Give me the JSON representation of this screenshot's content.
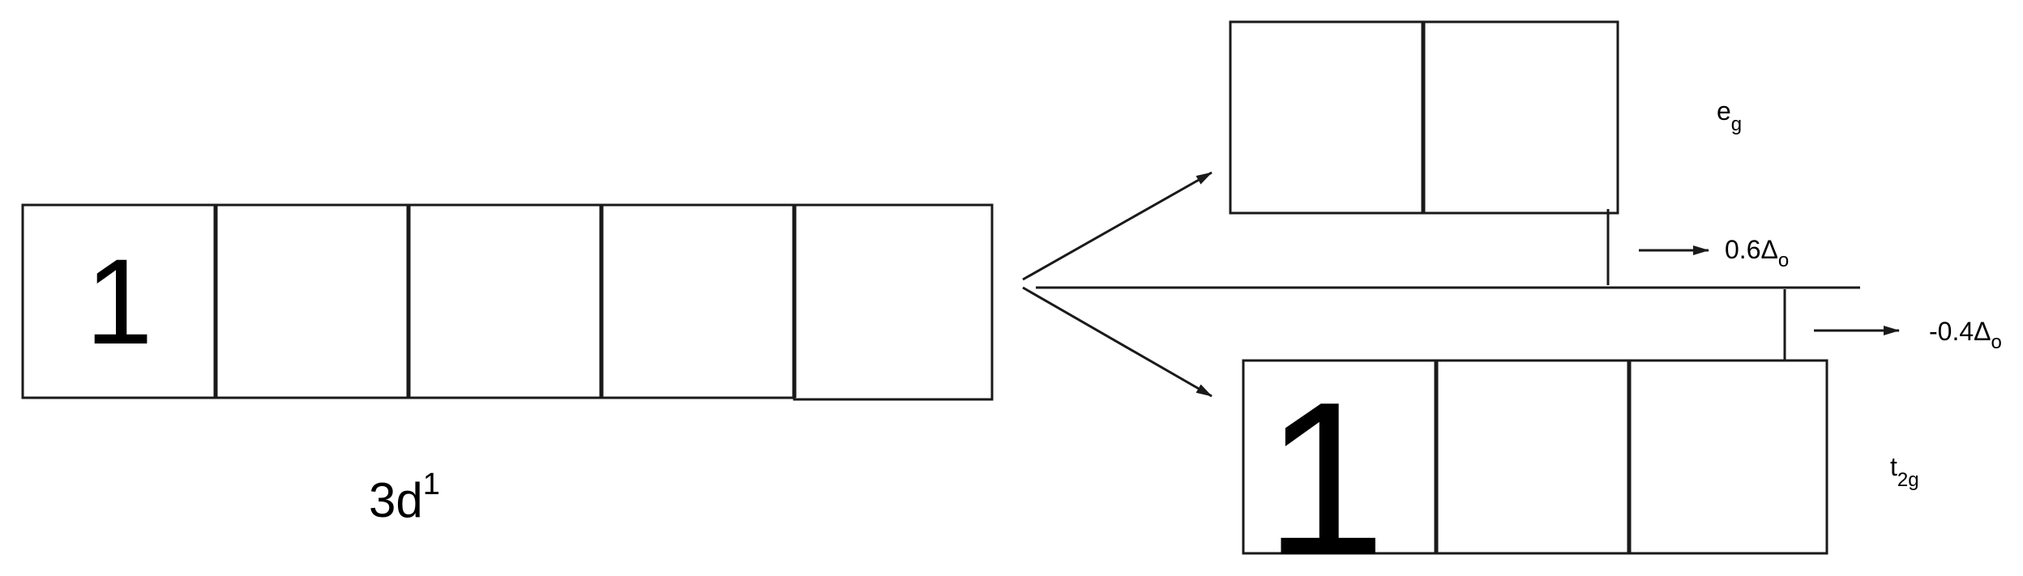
{
  "free_ion": {
    "label": "3d",
    "label_sup": "1",
    "orbitals": [
      "1",
      "",
      "",
      "",
      ""
    ]
  },
  "eg_level": {
    "label": "e",
    "label_sub": "g",
    "orbitals": [
      "",
      ""
    ],
    "energy_prefix": "0.6",
    "energy_symbol": "Δ",
    "energy_sub": "o"
  },
  "t2g_level": {
    "label": "t",
    "label_sub": "2g",
    "orbitals": [
      "1",
      "",
      ""
    ],
    "energy_prefix": "-0.4",
    "energy_symbol": "Δ",
    "energy_sub": "o"
  },
  "colors": {
    "ink": "#1a1a1a",
    "background": "#ffffff"
  }
}
